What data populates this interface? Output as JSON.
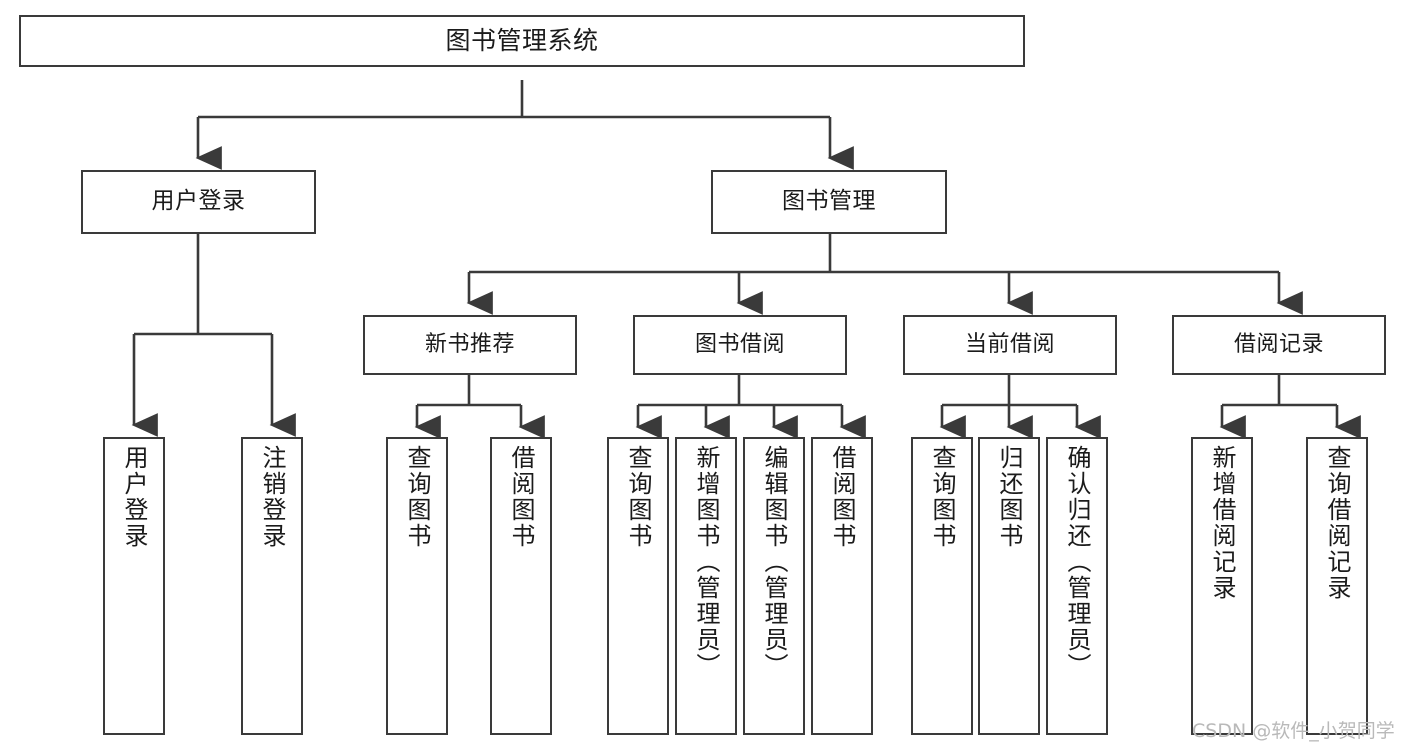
{
  "diagram": {
    "type": "tree",
    "title": "图书管理系统",
    "root": {
      "label": "图书管理系统"
    },
    "level1": [
      {
        "label": "用户登录"
      },
      {
        "label": "图书管理"
      }
    ],
    "level2": [
      {
        "label": "新书推荐"
      },
      {
        "label": "图书借阅"
      },
      {
        "label": "当前借阅"
      },
      {
        "label": "借阅记录"
      }
    ],
    "leaves": {
      "user_login": [
        {
          "label": "用户登录"
        },
        {
          "label": "注销登录"
        }
      ],
      "new_book_recommend": [
        {
          "label": "查询图书"
        },
        {
          "label": "借阅图书"
        }
      ],
      "book_borrow": [
        {
          "label": "查询图书"
        },
        {
          "label": "新增图书（管理员）"
        },
        {
          "label": "编辑图书（管理员）"
        },
        {
          "label": "借阅图书"
        }
      ],
      "current_borrow": [
        {
          "label": "查询图书"
        },
        {
          "label": "归还图书"
        },
        {
          "label": "确认归还（管理员）"
        }
      ],
      "borrow_record": [
        {
          "label": "新增借阅记录"
        },
        {
          "label": "查询借阅记录"
        }
      ]
    },
    "colors": {
      "stroke": "#3a3a3a",
      "fill": "#ffffff",
      "text": "#1b1b1b",
      "watermark": "#b9b9b9"
    }
  },
  "watermark": {
    "text": "CSDN @软件_小贺同学"
  }
}
